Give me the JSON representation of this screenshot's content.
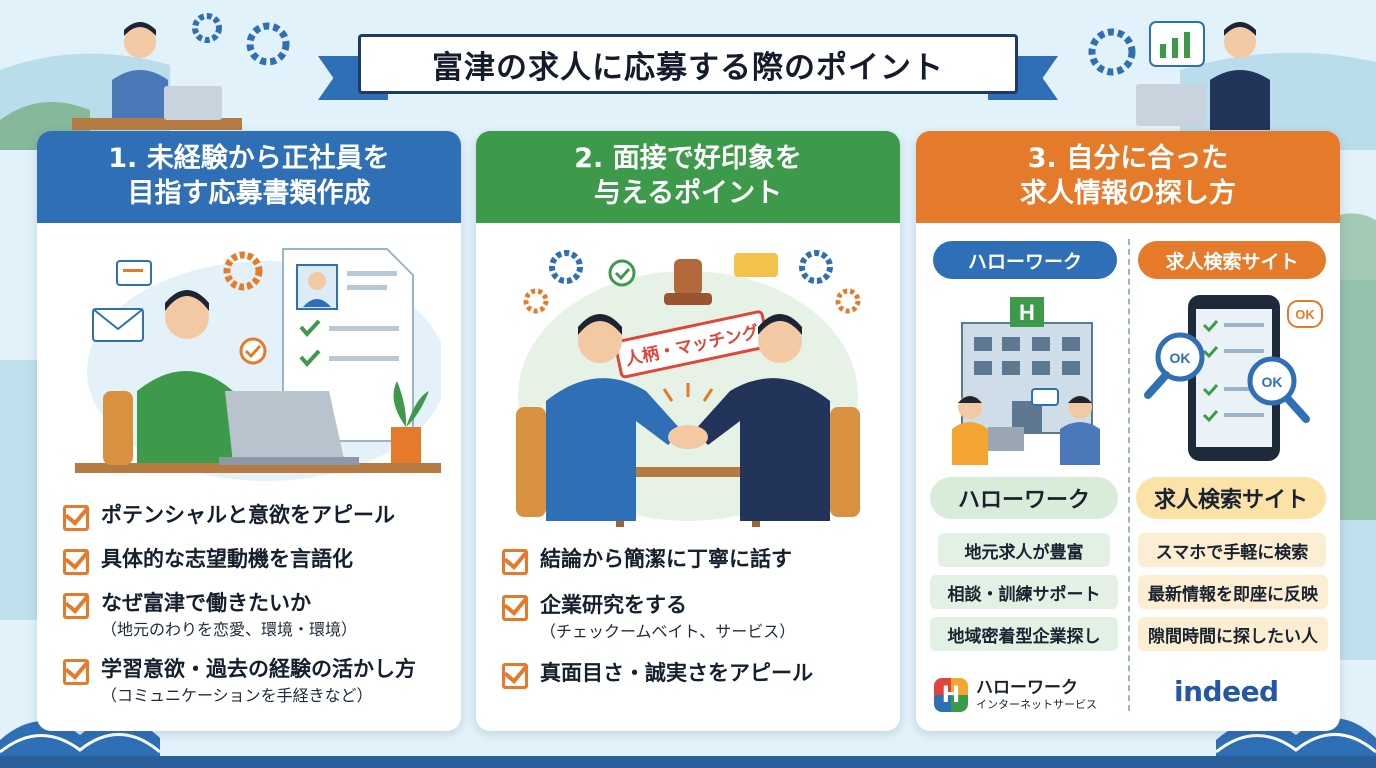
{
  "title": "富津の求人に応募する際のポイント",
  "colors": {
    "blue": "#2f6fb5",
    "green": "#3c9a4a",
    "orange": "#e57b2a",
    "check": "#e57b2a"
  },
  "card1": {
    "heading_line1": "1. 未経験から正社員を",
    "heading_line2": "目指す応募書類作成",
    "items": [
      {
        "text": "ポテンシャルと意欲をアピール",
        "sub": ""
      },
      {
        "text": "具体的な志望動機を言語化",
        "sub": ""
      },
      {
        "text": "なぜ富津で働きたいか",
        "sub": "（地元のわりを恋愛、環境・環境）"
      },
      {
        "text": "学習意欲・過去の経験の活かし方",
        "sub": "（コミュニケーションを手経きなど）"
      }
    ]
  },
  "card2": {
    "heading_line1": "2. 面接で好印象を",
    "heading_line2": "与えるポイント",
    "stamp_text": "人柄・マッチング",
    "items": [
      {
        "text": "結論から簡潔に丁寧に話す",
        "sub": ""
      },
      {
        "text": "企業研究をする",
        "sub": "（チェックームベイト、サービス）"
      },
      {
        "text": "真面目さ・誠実さをアピール",
        "sub": ""
      }
    ]
  },
  "card3": {
    "heading_line1": "3. 自分に合った",
    "heading_line2": "求人情報の探し方",
    "left": {
      "pill": "ハローワーク",
      "label": "ハローワーク",
      "features": [
        "地元求人が豊富",
        "相談・訓練サポート",
        "地域密着型企業探し"
      ],
      "logo_line1": "ハローワーク",
      "logo_line2": "インターネットサービス",
      "logo_glyph": "H"
    },
    "right": {
      "pill": "求人検索サイト",
      "label": "求人検索サイト",
      "features": [
        "スマホで手軽に検索",
        "最新情報を即座に反映",
        "隙間時間に探したい人"
      ],
      "ok_badges": [
        "OK",
        "OK",
        "OK"
      ],
      "logo": "indeed"
    },
    "building_sign": "H"
  }
}
